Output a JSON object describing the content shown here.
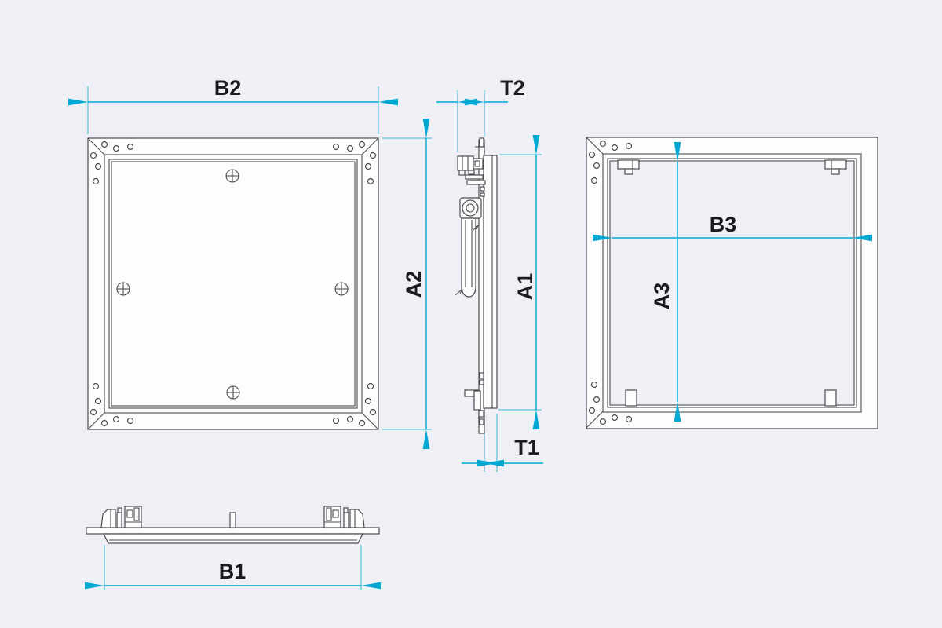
{
  "colors": {
    "background": "#eef0f5",
    "dimension_accent": "#00a8d2",
    "drawing_line": "#4b4c50",
    "label_text": "#1c1c1e",
    "panel_fill": "#fdfdfe"
  },
  "labels": {
    "front_width": "B2",
    "front_height": "A2",
    "side_depth_top": "T2",
    "side_height": "A1",
    "side_depth_bottom": "T1",
    "back_inner_width": "B3",
    "back_inner_height": "A3",
    "bottom_width": "B1"
  }
}
